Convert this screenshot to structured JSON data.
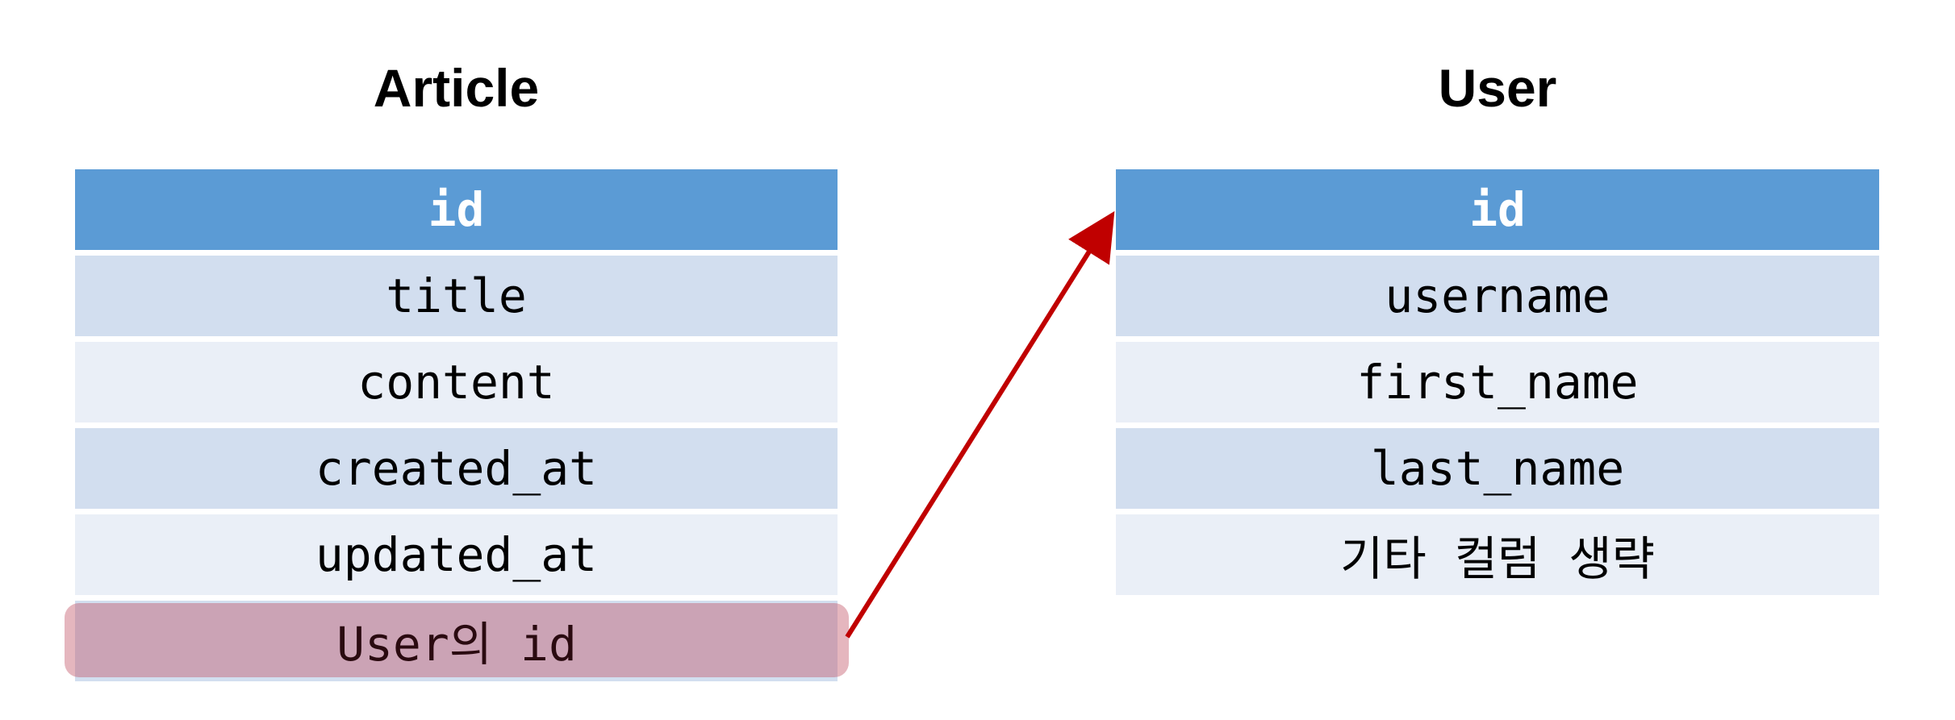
{
  "article": {
    "title": "Article",
    "header": "id",
    "fields": [
      "title",
      "content",
      "created_at",
      "updated_at"
    ],
    "foreign_key": "User의 id"
  },
  "user": {
    "title": "User",
    "header": "id",
    "fields": [
      "username",
      "first_name",
      "last_name",
      "기타 컬럼 생략"
    ]
  },
  "colors": {
    "header": "#5b9bd5",
    "row_dark": "#d2deef",
    "row_light": "#eaeff7",
    "highlight": "#c05064",
    "arrow": "#c00000"
  }
}
